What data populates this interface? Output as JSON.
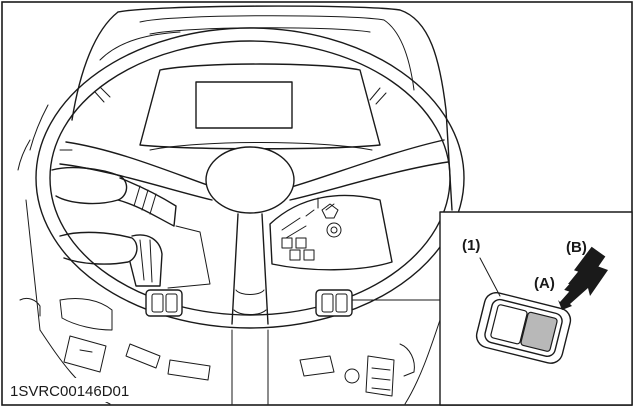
{
  "figure_code": "1SVRC00146D01",
  "callouts": {
    "part_1": "(1)",
    "label_a": "(A)",
    "label_b": "(B)"
  },
  "colors": {
    "line": "#1a1a1a",
    "background": "#ffffff",
    "switch_pressed_half": "#b8b8b8"
  },
  "icons": {
    "press_arrow": "arrow-icon",
    "rocker_switch": "rocker-switch-icon",
    "headlight_symbol": "headlight-icon",
    "work_light_symbol": "work-light-icon"
  }
}
